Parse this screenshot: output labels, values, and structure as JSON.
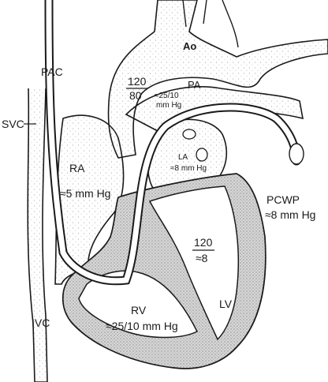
{
  "labels": {
    "ao": "Ao",
    "pac": "PAC",
    "svc": "SVC",
    "ra": "RA",
    "ra_pressure": "≈5 mm Hg",
    "pa": "PA",
    "pa_pressure_top": "≈25/10",
    "pa_pressure_bottom": "mm Hg",
    "ao_pressure_top": "120",
    "ao_pressure_bottom": "80",
    "la": "LA",
    "la_pressure": "≈8 mm Hg",
    "pcwp": "PCWP",
    "pcwp_pressure": "≈8 mm Hg",
    "lv_pressure_top": "120",
    "lv_pressure_bottom": "≈8",
    "lv": "LV",
    "rv": "RV",
    "rv_pressure": "≈25/10 mm Hg",
    "ivc": "IVC"
  },
  "colors": {
    "ink": "#1a1a1a",
    "stipple": "#9a9a9a",
    "myocardium": "#cfcfcf"
  }
}
